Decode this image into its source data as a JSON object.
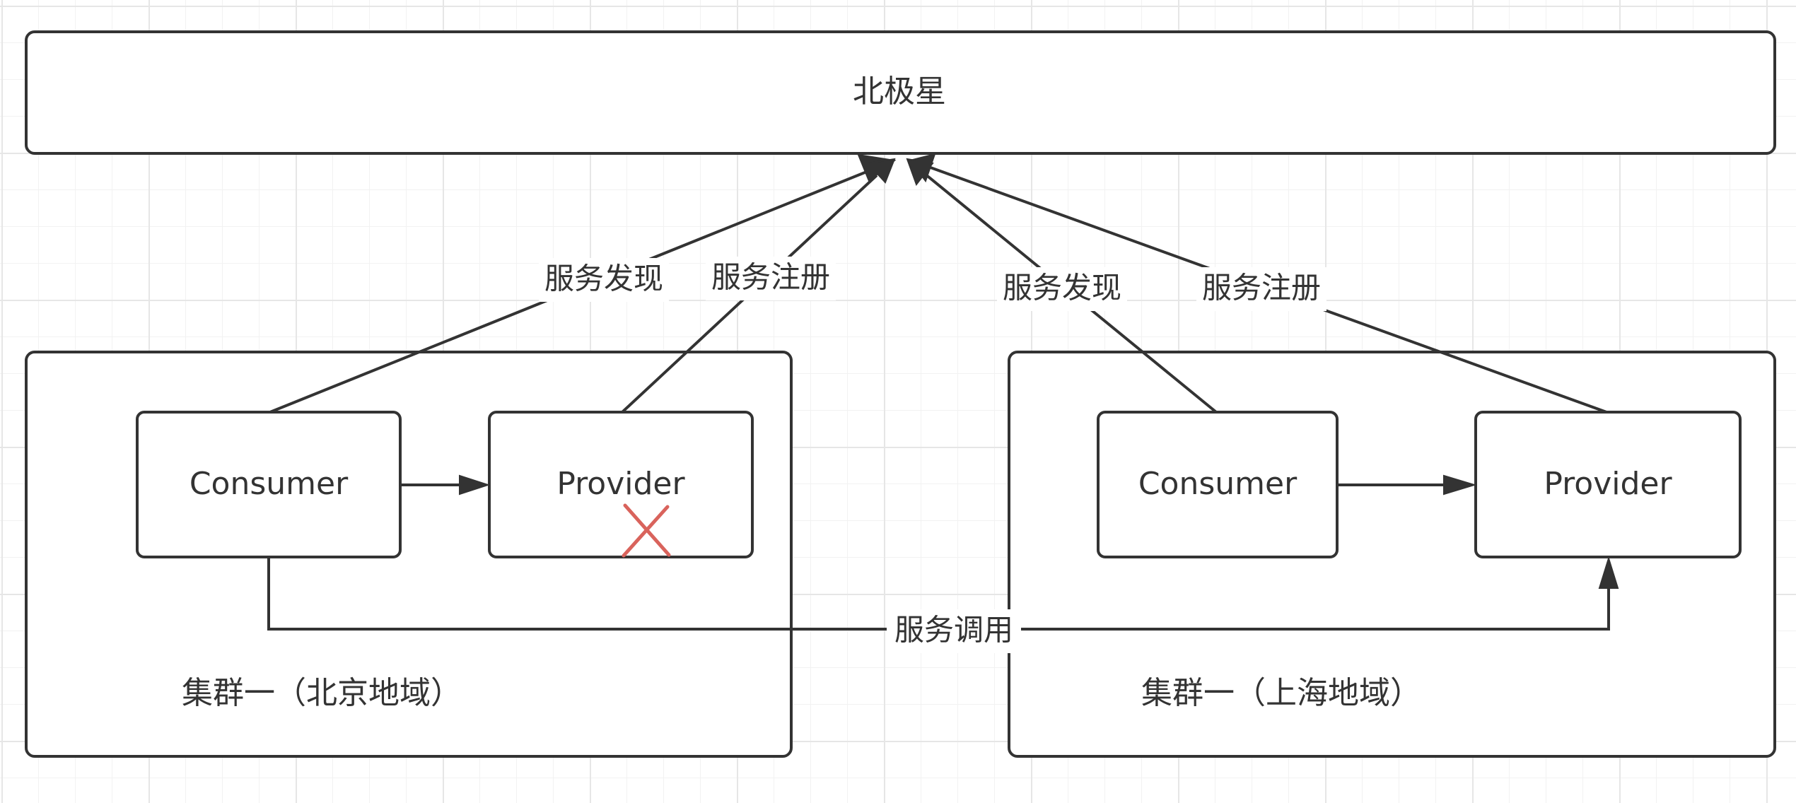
{
  "nodes": {
    "polaris": "北极星",
    "beijing_cluster": "集群一（北京地域）",
    "shanghai_cluster": "集群一（上海地域）",
    "bj_consumer": "Consumer",
    "bj_provider": "Provider",
    "sh_consumer": "Consumer",
    "sh_provider": "Provider"
  },
  "edges": {
    "bj_discovery": "服务发现",
    "bj_registration": "服务注册",
    "sh_discovery": "服务发现",
    "sh_registration": "服务注册",
    "cross_region_call": "服务调用"
  },
  "colors": {
    "stroke": "#333333",
    "failed_mark": "#d9635c"
  }
}
